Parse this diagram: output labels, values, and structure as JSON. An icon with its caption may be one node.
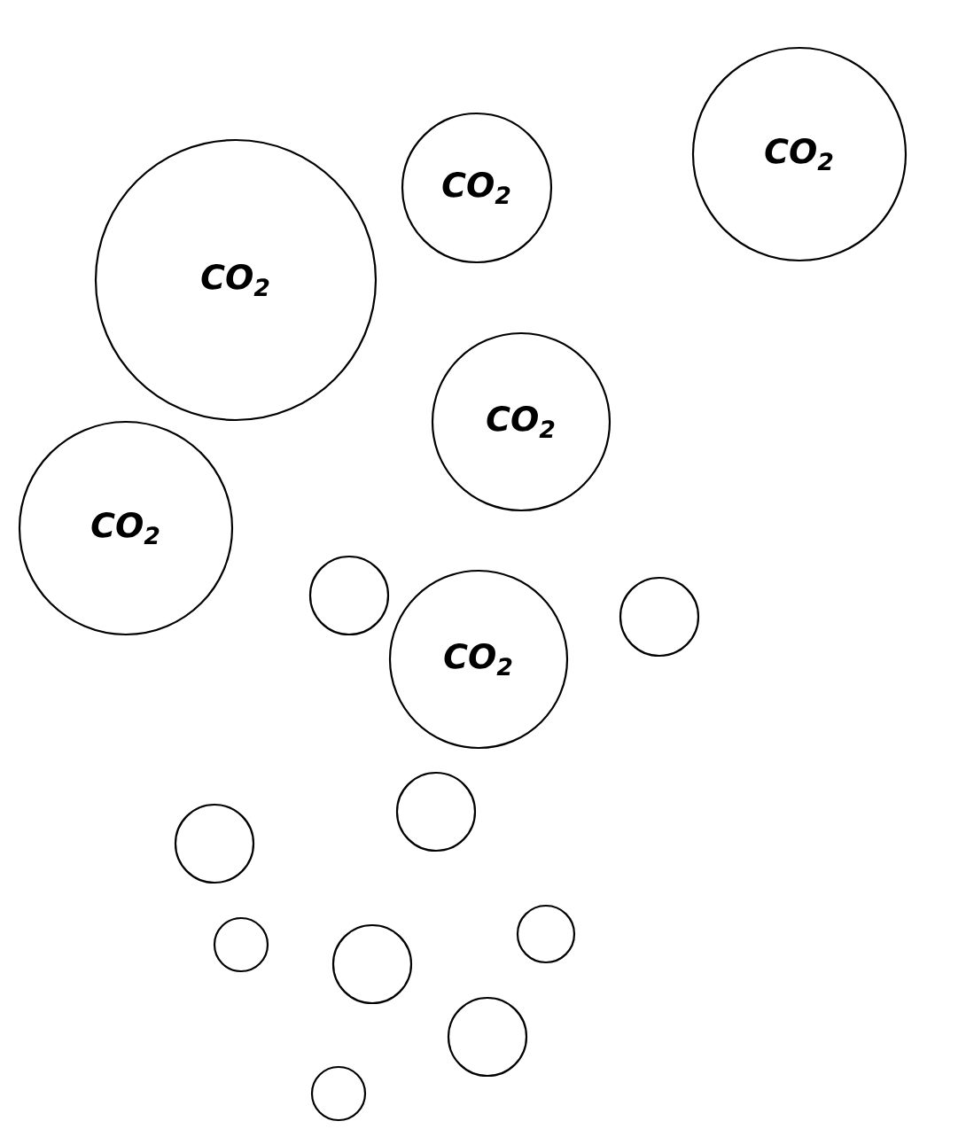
{
  "diagram": {
    "nodes": [
      {
        "text": [
          "CO$_{2}$"
        ]
      },
      {
        "text": [
          "CO$_{2}$"
        ]
      },
      {
        "text": [
          "CO$_{2}$"
        ]
      },
      {
        "text": [
          "CO$_{2}$"
        ]
      },
      {
        "text": [
          "CO$_{2}$"
        ]
      },
      {
        "text": [],
        "shape": "circle"
      },
      {
        "text": [],
        "shape": "circle"
      },
      {
        "text": [
          "CO$_{2}$"
        ]
      },
      {
        "text": [],
        "shape": "circle"
      },
      {
        "text": [],
        "shape": "circle"
      },
      {
        "text": [],
        "shape": "circle"
      },
      {
        "text": [],
        "shape": "circle"
      },
      {
        "text": [],
        "shape": "circle"
      },
      {
        "text": [],
        "shape": "circle"
      },
      {
        "text": [],
        "shape": "circle"
      }
    ]
  }
}
